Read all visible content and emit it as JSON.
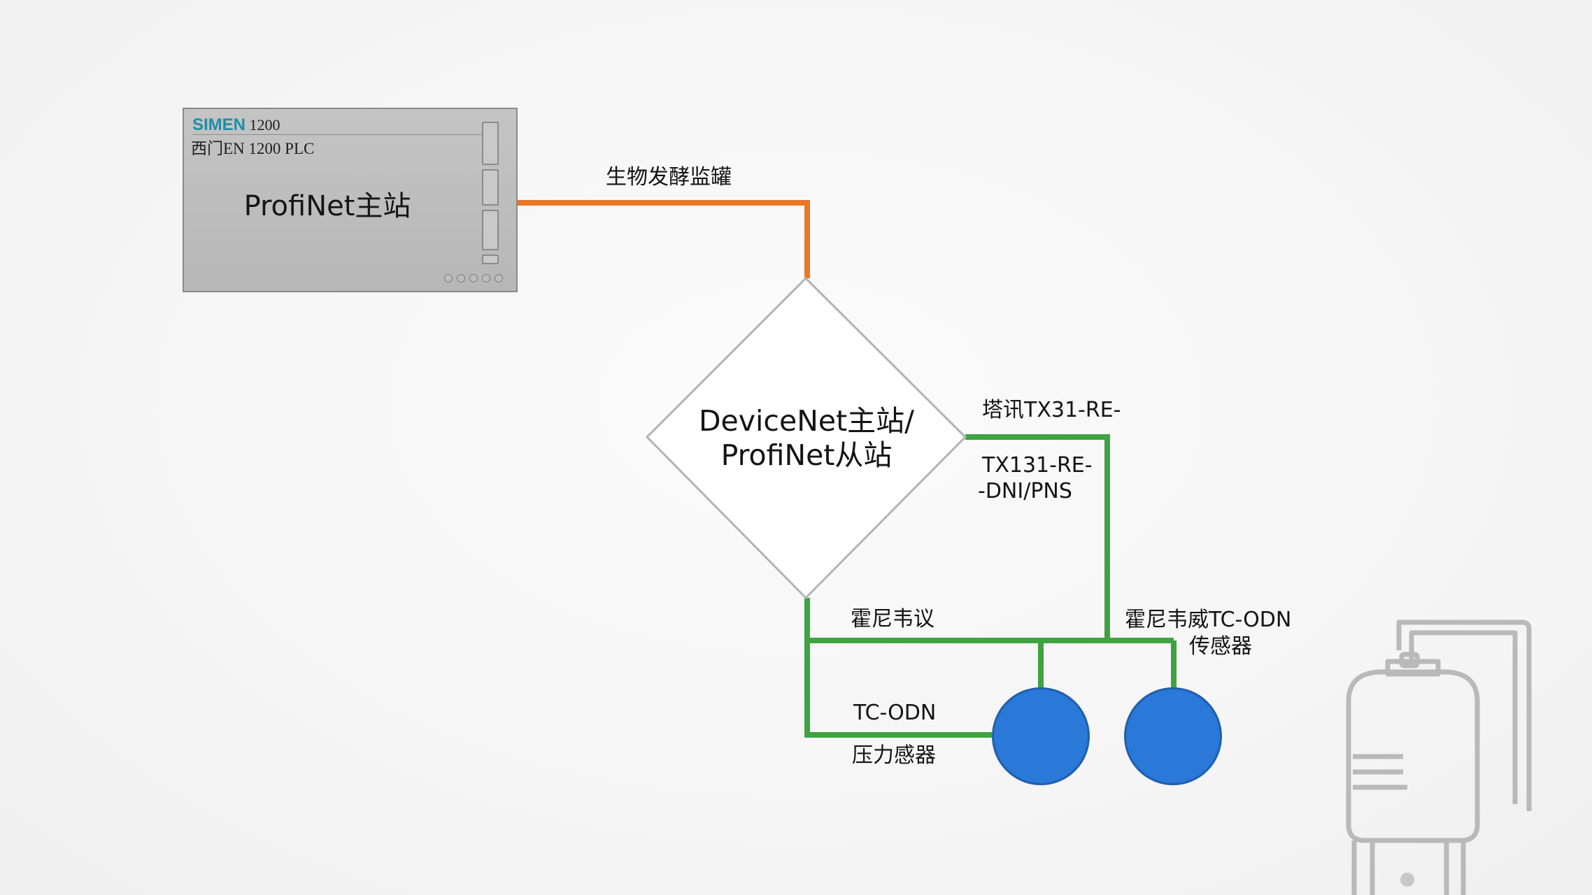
{
  "colors": {
    "profinet_wire": "#e87826",
    "devicenet_wire": "#3ea340",
    "sensor_fill": "#2a78d8",
    "plc_body": "#bcbcbc",
    "brand_text": "#1f8fa8"
  },
  "plc": {
    "brand": "SIMEN",
    "model": "1200",
    "subtitle": "西门EN 1200 PLC",
    "title": "ProfiNet主站"
  },
  "gateway": {
    "line1": "DeviceNet主站/",
    "line2": "ProfiNet从站"
  },
  "labels": {
    "profinet_link": "生物发酵监罐",
    "gateway_model_a": "塔讯TX31-RE-",
    "gateway_model_b1": "TX131-RE-",
    "gateway_model_b2": "-DNI/PNS",
    "bus_label": "霍尼韦议",
    "sensor2_line1": "霍尼韦威TC-ODN",
    "sensor2_line2": "传感器",
    "sensor1_line1": "TC-ODN",
    "sensor1_line2": "压力感器"
  },
  "icons": {
    "tank": "fermentation-tank-icon"
  }
}
